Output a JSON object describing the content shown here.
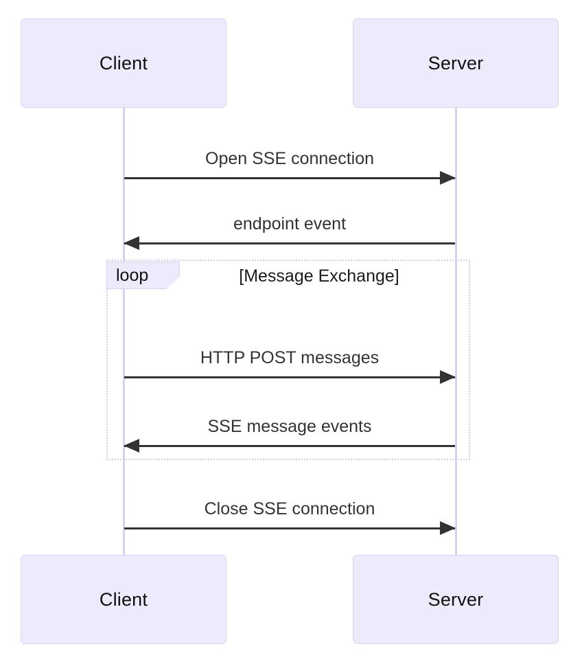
{
  "diagram": {
    "type": "sequence-diagram",
    "background_color": "#ffffff",
    "participants": [
      {
        "id": "client",
        "label": "Client"
      },
      {
        "id": "server",
        "label": "Server"
      }
    ],
    "messages": [
      {
        "label": "Open SSE connection",
        "from": "client",
        "to": "server",
        "direction": "right"
      },
      {
        "label": "endpoint event",
        "from": "server",
        "to": "client",
        "direction": "left"
      },
      {
        "label": "HTTP POST messages",
        "from": "client",
        "to": "server",
        "direction": "right"
      },
      {
        "label": "SSE message events",
        "from": "server",
        "to": "client",
        "direction": "left"
      },
      {
        "label": "Close SSE connection",
        "from": "client",
        "to": "server",
        "direction": "right"
      }
    ],
    "fragment": {
      "kind": "loop",
      "tag_label": "loop",
      "condition": "[Message Exchange]",
      "contains_messages": [
        "HTTP POST messages",
        "SSE message events"
      ]
    },
    "colors": {
      "box_fill": "#ECEAFB",
      "box_border": "#D8D2F2",
      "lifeline": "#D7D0F0",
      "arrow": "#333333",
      "fragment_border": "#D3CCEE",
      "label_text": "#333333",
      "participant_text": "#101010"
    }
  }
}
